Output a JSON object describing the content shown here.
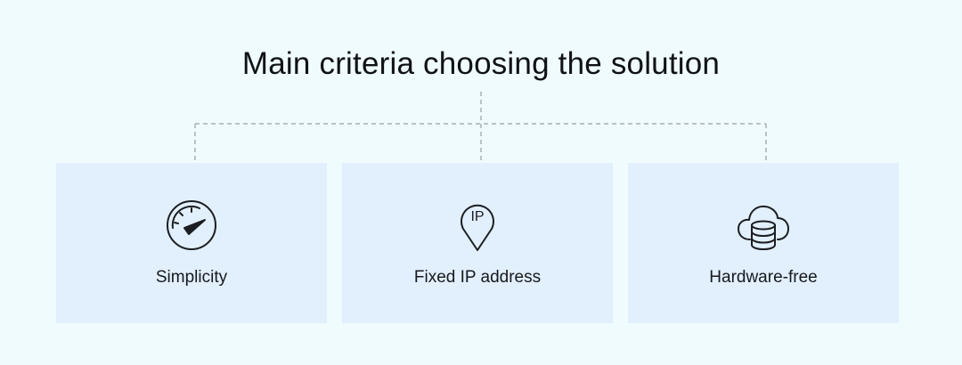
{
  "title": "Main criteria choosing the solution",
  "criteria": [
    {
      "label": "Simplicity",
      "icon": "speedometer-icon"
    },
    {
      "label": "Fixed IP address",
      "icon": "map-pin-ip-icon",
      "icon_text": "IP"
    },
    {
      "label": "Hardware-free",
      "icon": "cloud-database-icon"
    }
  ],
  "colors": {
    "background": "#f0fbfd",
    "card": "#e2effc",
    "text": "#111417",
    "connector": "#a9b0b5",
    "icon_stroke": "#1b1e22"
  }
}
